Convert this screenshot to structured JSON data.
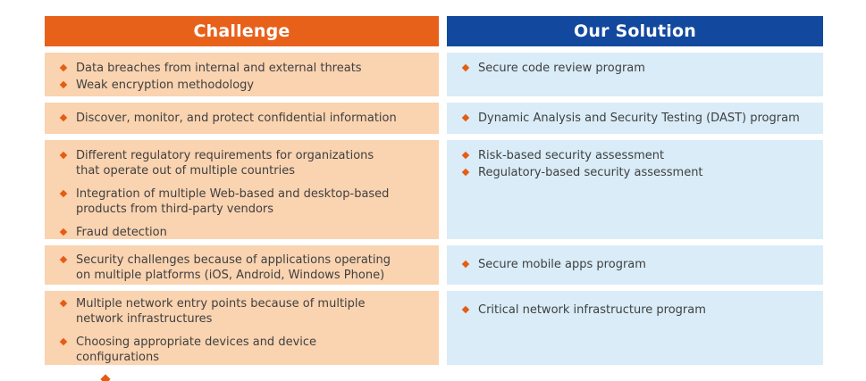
{
  "table": {
    "headers": {
      "challenge": "Challenge",
      "solution": "Our Solution"
    },
    "colors": {
      "header_orange": "#E8611B",
      "header_blue": "#12499E",
      "row_orange": "#FAD3B0",
      "row_blue": "#D9ECF8",
      "bullet_orange": "#E55D13",
      "text": "#404040"
    },
    "rows": [
      {
        "challenge": [
          "Data breaches from internal and external threats",
          "Weak encryption methodology"
        ],
        "solution": [
          "Secure code review program"
        ]
      },
      {
        "challenge": [
          "Discover, monitor, and protect confidential information"
        ],
        "solution": [
          "Dynamic Analysis and Security Testing (DAST) program"
        ]
      },
      {
        "challenge": [
          "Different regulatory requirements for organizations\nthat operate out of multiple countries",
          "Integration of multiple Web-based and desktop-based\nproducts from third-party vendors",
          "Fraud detection"
        ],
        "solution": [
          "Risk-based security assessment",
          "Regulatory-based security assessment"
        ]
      },
      {
        "challenge": [
          "Security challenges because of applications operating\non multiple platforms (iOS, Android, Windows Phone)"
        ],
        "solution": [
          "Secure mobile apps program"
        ]
      },
      {
        "challenge": [
          "Multiple network entry points because of multiple\nnetwork infrastructures",
          "Choosing appropriate devices and device\nconfigurations"
        ],
        "solution": [
          "Critical network infrastructure program"
        ]
      }
    ]
  }
}
